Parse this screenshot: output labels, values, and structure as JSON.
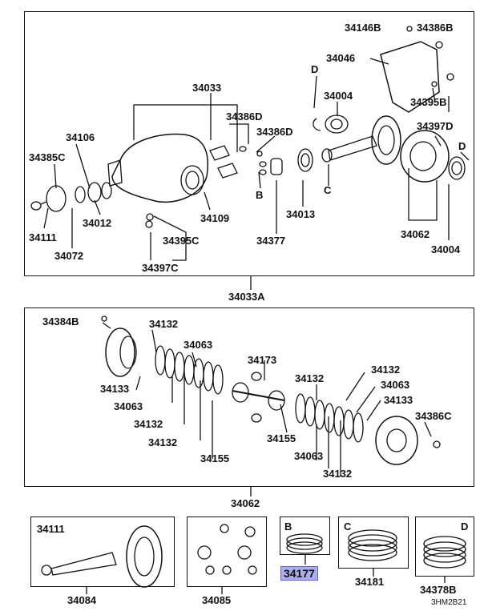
{
  "top": {
    "assembly": "34033A",
    "labels": {
      "p34146B": "34146B",
      "p34386B": "34386B",
      "p34046": "34046",
      "p34033": "34033",
      "p34004a": "34004",
      "p34395B": "34395B",
      "p34386D1": "34386D",
      "p34386D2": "34386D",
      "p34397D": "34397D",
      "p34106": "34106",
      "p34385C": "34385C",
      "p34111": "34111",
      "p34072": "34072",
      "p34012": "34012",
      "p34109": "34109",
      "p34013": "34013",
      "p34377": "34377",
      "p34395C": "34395C",
      "p34397C": "34397C",
      "p34062": "34062",
      "p34004b": "34004",
      "refB": "B",
      "refC": "C",
      "refD1": "D",
      "refD2": "D"
    }
  },
  "middle": {
    "assembly": "34062",
    "labels": {
      "m34384B": "34384B",
      "m34132a": "34132",
      "m34063a": "34063",
      "m34173": "34173",
      "m34132b": "34132",
      "m34132c": "34132",
      "m34063b": "34063",
      "m34133a": "34133",
      "m34133b": "34133",
      "m34063c": "34063",
      "m34132d": "34132",
      "m34132e": "34132",
      "m34155a": "34155",
      "m34155b": "34155",
      "m34063d": "34063",
      "m34132f": "34132",
      "m34386C": "34386C"
    }
  },
  "bottom": {
    "kit1": {
      "part": "34111",
      "assembly": "34084"
    },
    "kit2": {
      "assembly": "34085"
    },
    "kit3": {
      "ref": "B",
      "assembly": "34177"
    },
    "kit4": {
      "ref": "C",
      "assembly": "34181"
    },
    "kit5": {
      "ref": "D",
      "assembly": "34378B"
    },
    "code": "3HM2B21"
  }
}
